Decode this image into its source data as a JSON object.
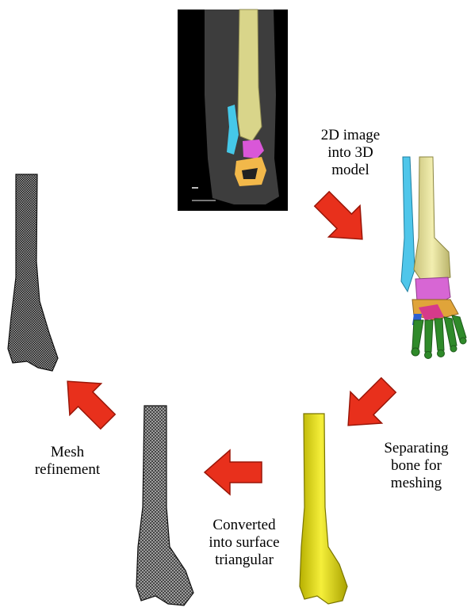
{
  "colors": {
    "arrow": "#e8301c",
    "arrow_edge": "#9a1608",
    "scan_bg": "#000000",
    "tibia_scan": "#d9d58a",
    "fibula": "#45c8e8",
    "talus": "#d957d8",
    "calcaneus": "#f2b84a",
    "bone_yellow": "#e8e21c",
    "mesh_dark": "#1a1a1a",
    "toes": "#2f8a2a"
  },
  "steps": [
    {
      "label": "2D image\ninto 3D\nmodel",
      "arrow_direction": "down-right",
      "icon": "ct-scan-image"
    },
    {
      "label": "Separating\nbone for\nmeshing",
      "arrow_direction": "down-left",
      "icon": "3d-foot-model"
    },
    {
      "label": "Converted\ninto surface\ntriangular",
      "arrow_direction": "left",
      "icon": "yellow-tibia-model"
    },
    {
      "label": "Mesh\nrefinement",
      "arrow_direction": "up-left",
      "icon": "triangulated-tibia-mesh"
    }
  ],
  "final_icon": "refined-tibia-mesh"
}
